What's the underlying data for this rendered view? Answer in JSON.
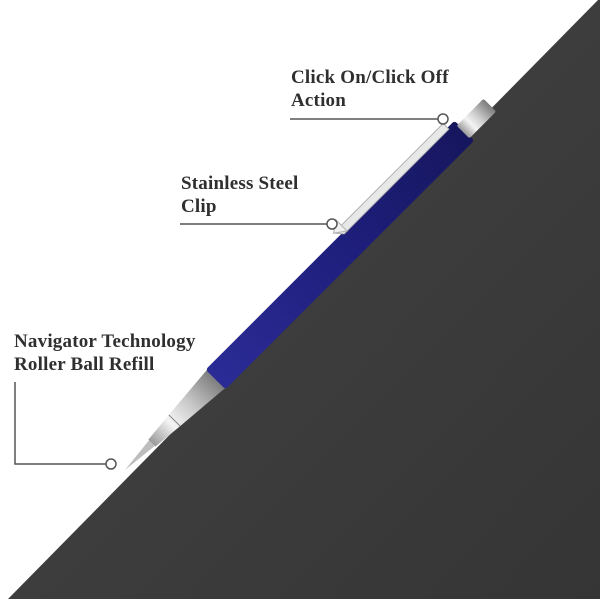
{
  "callouts": [
    {
      "id": "click-action",
      "lines": [
        "Click On/Click Off",
        "Action"
      ]
    },
    {
      "id": "steel-clip",
      "lines": [
        "Stainless Steel",
        "Clip"
      ]
    },
    {
      "id": "refill",
      "lines": [
        "Navigator Technology",
        "Roller Ball Refill"
      ]
    }
  ],
  "colors": {
    "background": "#ffffff",
    "dark_panel": "#3c3c3c",
    "pen_body": "#1e1e7a",
    "pen_body_highlight": "#2d2d9a",
    "chrome": "#d8d8d8",
    "leader_line": "#555555",
    "text": "#2f2f2f"
  }
}
